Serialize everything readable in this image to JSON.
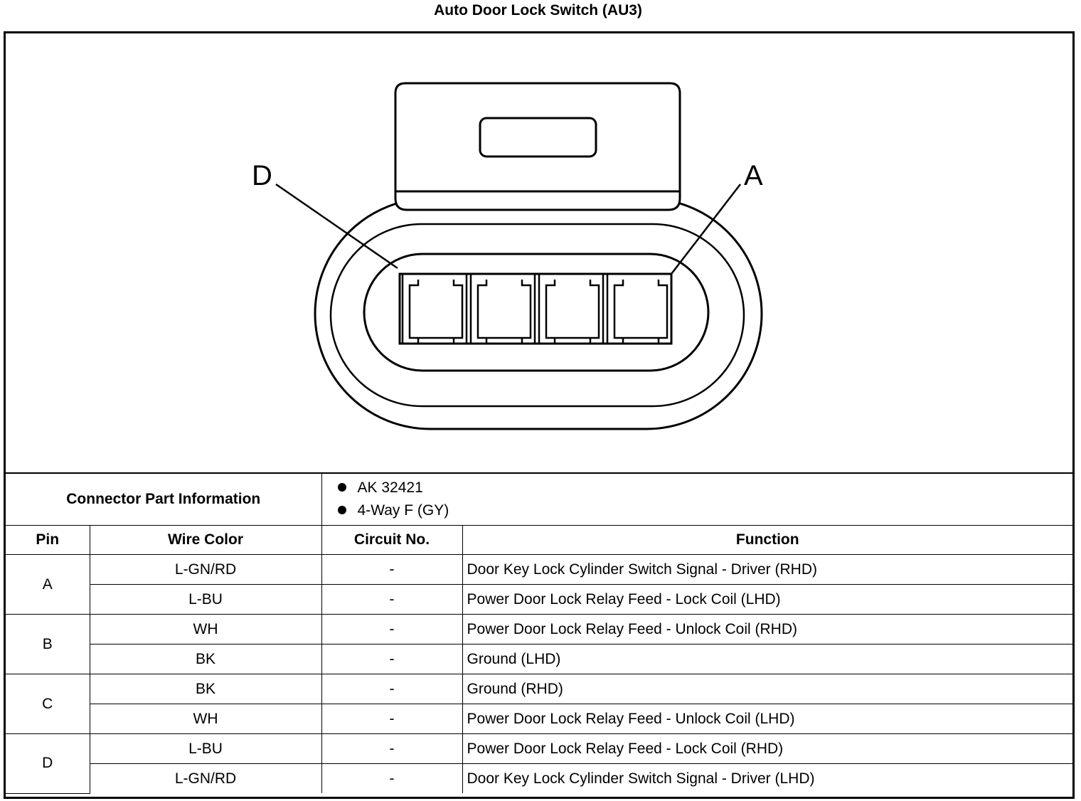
{
  "title": "Auto Door Lock Switch (AU3)",
  "diagram": {
    "cavity_labels": {
      "left": "D",
      "right": "A"
    }
  },
  "connector_part_information": {
    "label": "Connector Part Information",
    "items": [
      "AK 32421",
      "4-Way F (GY)"
    ]
  },
  "table": {
    "headers": {
      "pin": "Pin",
      "wire_color": "Wire Color",
      "circuit": "Circuit No.",
      "function": "Function"
    },
    "groups": [
      {
        "pin": "A",
        "rows": [
          {
            "wire_color": "L-GN/RD",
            "circuit": "-",
            "function": "Door Key Lock Cylinder Switch Signal - Driver (RHD)"
          },
          {
            "wire_color": "L-BU",
            "circuit": "-",
            "function": "Power Door Lock Relay Feed - Lock Coil (LHD)"
          }
        ]
      },
      {
        "pin": "B",
        "rows": [
          {
            "wire_color": "WH",
            "circuit": "-",
            "function": "Power Door Lock Relay Feed - Unlock Coil (RHD)"
          },
          {
            "wire_color": "BK",
            "circuit": "-",
            "function": "Ground (LHD)"
          }
        ]
      },
      {
        "pin": "C",
        "rows": [
          {
            "wire_color": "BK",
            "circuit": "-",
            "function": "Ground (RHD)"
          },
          {
            "wire_color": "WH",
            "circuit": "-",
            "function": "Power Door Lock Relay Feed - Unlock Coil (LHD)"
          }
        ]
      },
      {
        "pin": "D",
        "rows": [
          {
            "wire_color": "L-BU",
            "circuit": "-",
            "function": "Power Door Lock Relay Feed - Lock Coil (RHD)"
          },
          {
            "wire_color": "L-GN/RD",
            "circuit": "-",
            "function": "Door Key Lock Cylinder Switch Signal - Driver (LHD)"
          }
        ]
      }
    ]
  }
}
